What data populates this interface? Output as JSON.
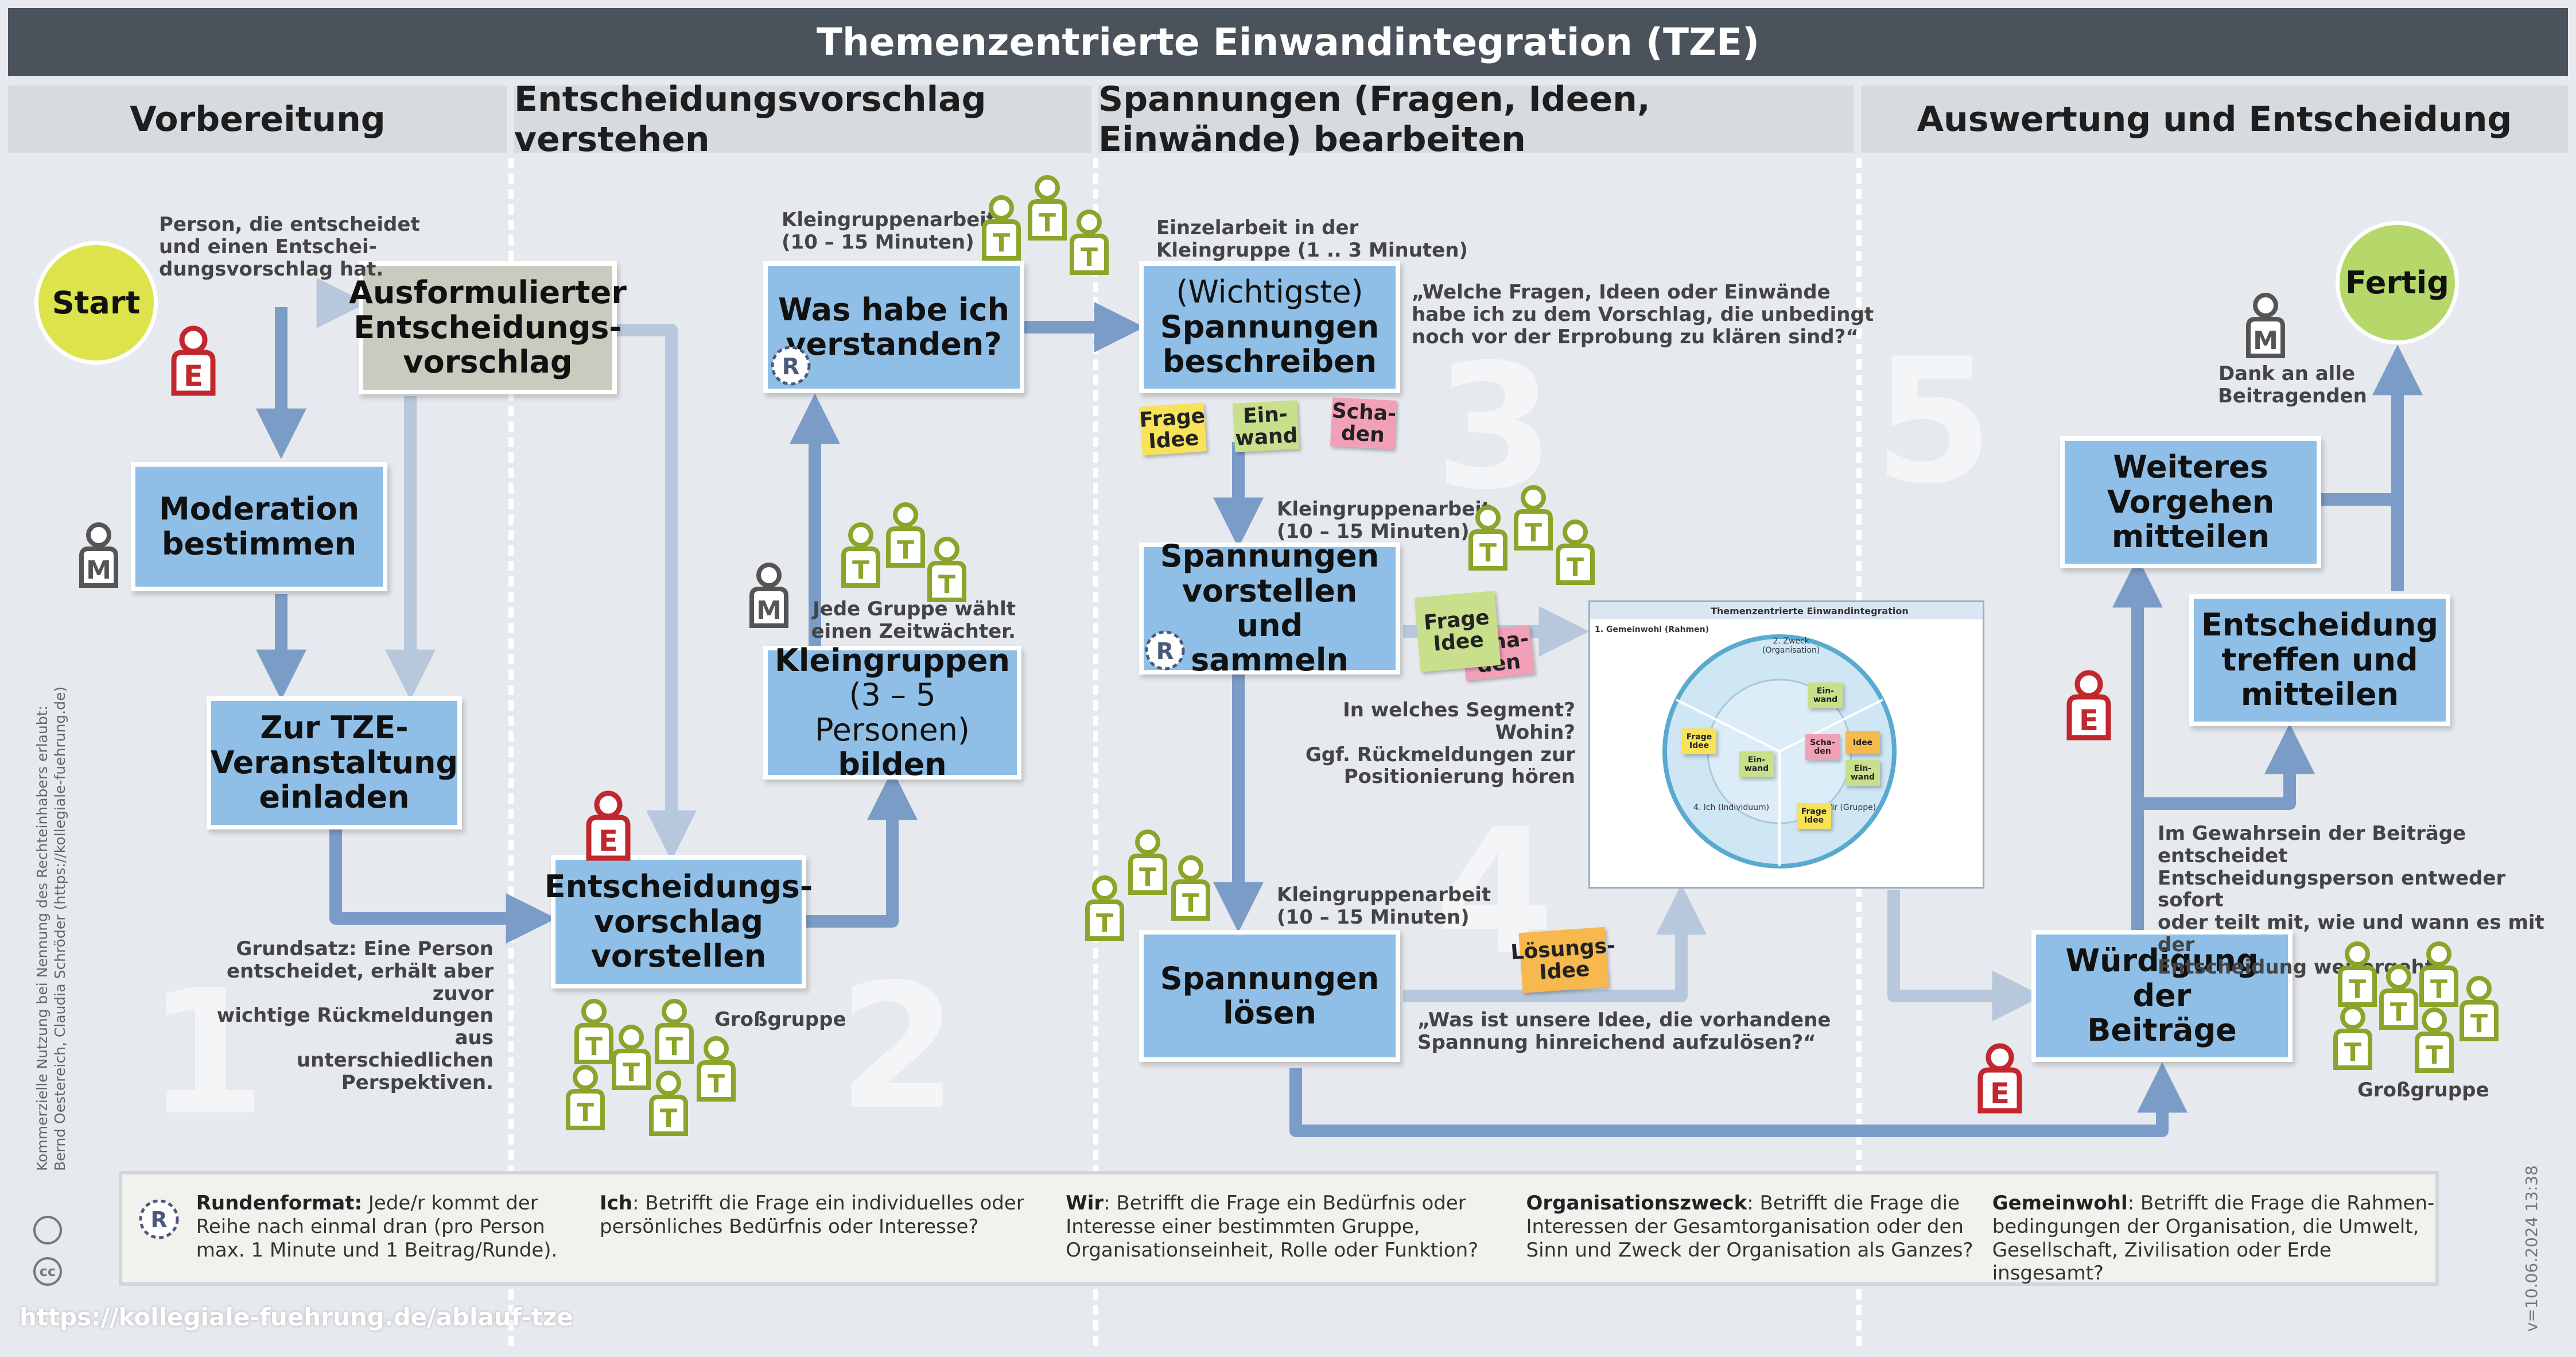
{
  "title": "Themenzentrierte Einwandintegration (TZE)",
  "phases": [
    "Vorbereitung",
    "Entscheidungsvorschlag verstehen",
    "Spannungen (Fragen, Ideen, Einwände) bearbeiten",
    "Auswertung und Entscheidung"
  ],
  "phase_numbers": [
    "1",
    "2",
    "3",
    "4",
    "5"
  ],
  "start_label": "Start",
  "end_label": "Fertig",
  "boxes": {
    "ausformuliert": "Ausformulierter\nEntscheidungs-\nvorschlag",
    "moderation": "Moderation\nbestimmen",
    "einladen": "Zur TZE-\nVeranstaltung\neinladen",
    "vorstellen": "Entscheidungs-\nvorschlag\nvorstellen",
    "kleingruppen_title": "Kleingruppen",
    "kleingruppen_sub": "(3 – 5 Personen)",
    "kleingruppen_bottom": "bilden",
    "verstanden": "Was habe ich\nverstanden?",
    "wichtigste_top": "(Wichtigste)",
    "wichtigste_rest": "Spannungen\nbeschreiben",
    "sammeln": "Spannungen\nvorstellen und\nsammeln",
    "loesen": "Spannungen\nlösen",
    "wuerdigung": "Würdigung der\nBeiträge",
    "entscheidung": "Entscheidung\ntreffen und\nmitteilen",
    "vorgehen": "Weiteres\nVorgehen\nmitteilen"
  },
  "notes": {
    "person_entscheidet": "Person, die entscheidet\nund einen Entschei-\ndungsvorschlag hat.",
    "grundsatz": "Grundsatz: Eine Person\nentscheidet, erhält aber zuvor\nwichtige Rückmeldungen aus\nunterschiedlichen Perspektiven.",
    "grossgruppe_1": "Großgruppe",
    "zeitwaechter": "Jede Gruppe wählt\neinen Zeitwächter.",
    "kleingruppenarbeit_1": "Kleingruppenarbeit\n(10 – 15 Minuten)",
    "einzelarbeit": "Einzelarbeit in der\nKleingruppe (1 .. 3 Minuten)",
    "kleingruppenarbeit_2": "Kleingruppenarbeit\n(10 – 15 Minuten)",
    "kleingruppenarbeit_3": "Kleingruppenarbeit\n(10 – 15 Minuten)",
    "segment": "In welches Segment? Wohin?\nGgf. Rückmeldungen zur\nPositionierung hören",
    "quote_fragen": "„Welche Fragen, Ideen oder Einwände\nhabe ich zu dem Vorschlag, die unbedingt\nnoch vor der Erprobung zu klären sind?“",
    "quote_idee": "„Was ist unsere Idee, die vorhandene\nSpannung hinreichend aufzulösen?“",
    "gewahrsein": "Im Gewahrsein der Beiträge entscheidet\nEntscheidungsperson entweder sofort\noder teilt mit, wie und wann es mit der\nEntscheidung weitergeht.",
    "dank": "Dank an alle\nBeitragenden",
    "grossgruppe_2": "Großgruppe"
  },
  "stickies": {
    "frage_idee": "Frage\nIdee",
    "einwand": "Ein-\nwand",
    "schaden": "Scha-\nden",
    "loesungsidee": "Lösungs-\nIdee",
    "schaden_behind": "Scha-\nden"
  },
  "mini_image": {
    "title": "Themenzentrierte Einwandintegration",
    "seg_gemeinwohl": "1. Gemeinwohl (Rahmen)",
    "seg_zweck": "2. Zweck\n(Organisation)",
    "seg_ich": "4. Ich (Individuum)",
    "seg_wir": "3. Wir (Gruppe)",
    "s1": "Frage\nIdee",
    "s2": "Ein-\nwand",
    "s3": "Scha-\nden",
    "s4": "Idee",
    "s5": "Ein-\nwand",
    "s6": "Ein-\nwand",
    "s7": "Frage\nIdee"
  },
  "legend": [
    {
      "term": "Rundenformat:",
      "text": " Jede/r kommt der Reihe nach einmal dran (pro Person max. 1 Minute und 1 Beitrag/Runde)."
    },
    {
      "term": "Ich",
      "text": ": Betrifft die Frage ein individuelles oder persönliches Bedürfnis oder Interesse?"
    },
    {
      "term": "Wir",
      "text": ": Betrifft die Frage ein Bedürfnis oder Interesse einer bestimmten Gruppe, Organisationseinheit, Rolle oder Funktion?"
    },
    {
      "term": "Organisationszweck",
      "text": ": Betrifft die Frage die Interessen der Gesamtorganisation oder den Sinn und Zweck der Organisation als Ganzes?"
    },
    {
      "term": "Gemeinwohl",
      "text": ": Betrifft die Frage die Rahmen-bedingungen der Organisation, die Umwelt, Gesellschaft, Zivilisation oder Erde insgesamt?"
    }
  ],
  "icons": {
    "R": "R",
    "E": "E",
    "T": "T",
    "M": "M"
  },
  "footer_url": "https://kollegiale-fuehrung.de/ablauf-tze",
  "version": "v=10.06.2024 13:38",
  "copyright": "Kommerzielle Nutzung bei Nennung des Rechteinhabers erlaubt:\nBernd Oestereich, Claudia Schröder (https://kollegiale-fuehrung.de)",
  "colors": {
    "box_blue": "#8fbfe6",
    "box_grey": "#c9cbbf",
    "arrow_blue": "#7c9cc8",
    "arrow_light": "#b8c8dc",
    "start_yellow": "#dde34a",
    "end_green": "#b6d76a",
    "title_bg": "#4a535c",
    "e_red": "#c1272d",
    "t_green": "#8aa52a",
    "sticky_yellow": "#f7e25a",
    "sticky_green": "#c8df8c",
    "sticky_pink": "#f2a0b8",
    "sticky_orange": "#f7b84e"
  }
}
